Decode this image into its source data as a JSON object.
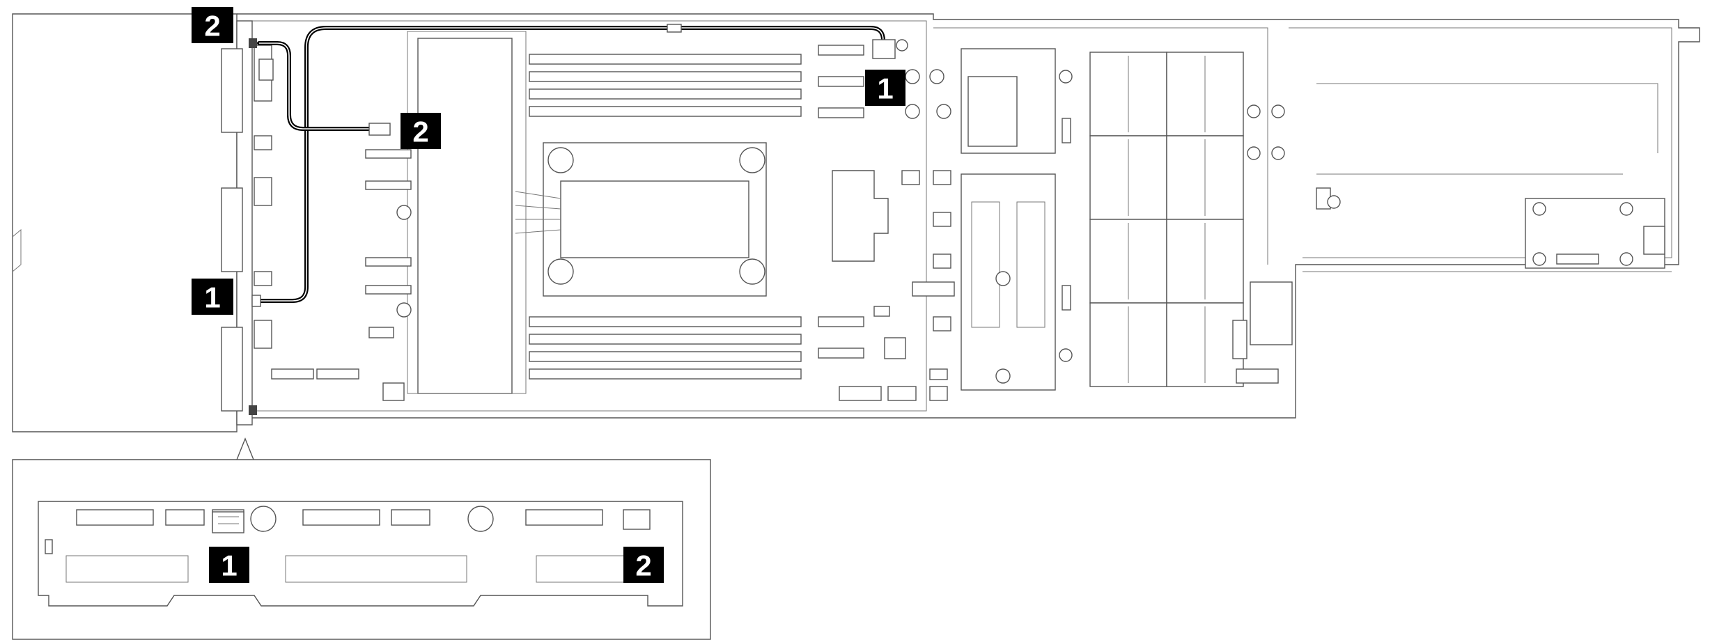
{
  "callouts": {
    "top_left": "2",
    "mid_left": "1",
    "board_connector_1": "1",
    "board_connector_2": "2",
    "inset_connector_1": "1",
    "inset_connector_2": "2"
  },
  "colors": {
    "cable": "#000000",
    "callout_bg": "#000000",
    "callout_text": "#ffffff",
    "line": "#555555"
  }
}
